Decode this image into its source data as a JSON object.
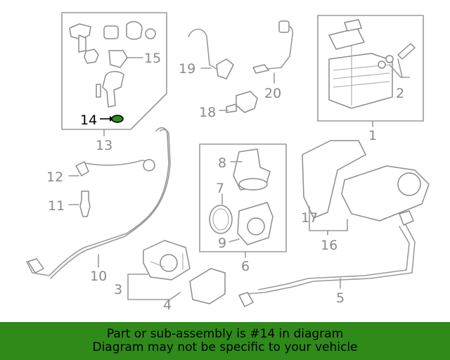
{
  "diagram": {
    "highlight_color": "#2f8a1a",
    "highlighted_part": "14",
    "callouts": [
      "1",
      "2",
      "3",
      "4",
      "5",
      "6",
      "7",
      "8",
      "9",
      "10",
      "11",
      "12",
      "13",
      "14",
      "15",
      "16",
      "17",
      "18",
      "19",
      "20"
    ]
  },
  "banner": {
    "line1": "Part or sub-assembly is #14 in diagram",
    "line2": "Diagram may not be specific to your vehicle",
    "background": "#2f8a1a"
  }
}
